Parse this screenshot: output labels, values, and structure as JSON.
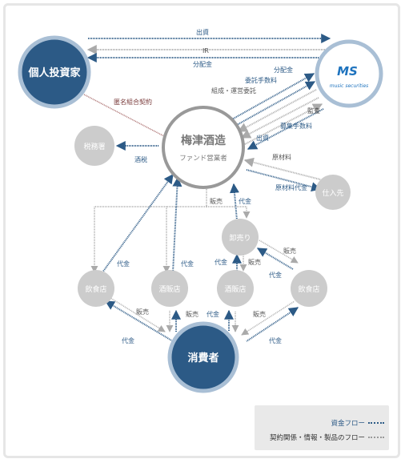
{
  "nodes": {
    "investor": "個人投資家",
    "ms_logo_mark": "MS",
    "ms_logo_text": "music securities",
    "brewery_name": "梅津酒造",
    "brewery_role": "ファンド営業者",
    "tax_office": "税務署",
    "supplier": "仕入先",
    "wholesaler": "卸売り",
    "restaurant_left": "飲食店",
    "liquor_store_left": "酒販店",
    "liquor_store_right": "酒販店",
    "restaurant_right": "飲食店",
    "consumer": "消費者"
  },
  "labels": {
    "investment_top": "出資",
    "ir": "IR",
    "distribution_top": "分配金",
    "anonymous_partnership": "匿名組合契約",
    "distribution_ms": "分配金",
    "consignment_fee": "委託手数料",
    "formation": "組成・運営委託",
    "audit": "監査",
    "recruit_fee": "募集手数料",
    "investment_ms": "出資",
    "raw_material": "原材料",
    "raw_material_payment": "原材料代金",
    "sake_tax": "酒税",
    "sales_wholesale": "販売",
    "payment_wholesale": "代金",
    "sales_w1": "販売",
    "payment_w1": "代金",
    "sales_w2": "販売",
    "payment_w2": "代金",
    "payment_rest_left": "代金",
    "payment_liquor_left": "代金",
    "sales_cons_left": "販売",
    "payment_cons_left": "代金",
    "sales_cons_mid_left": "販売",
    "payment_cons_mid_right": "代金",
    "sales_cons_mid_right": "販売",
    "payment_cons_right": "代金"
  },
  "legend": {
    "money_flow": "資金フロー",
    "contract_flow": "契約関係・情報・製品のフロー"
  },
  "colors": {
    "dark_blue": "#2c5a86",
    "circle_grey": "#cccccc",
    "outline_grey": "#aaaaaa"
  }
}
